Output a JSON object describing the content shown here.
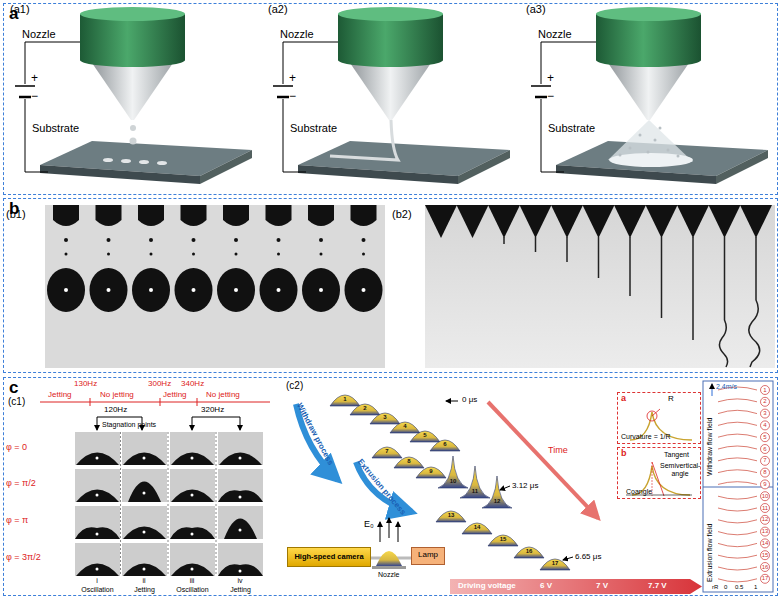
{
  "diagram": {
    "nodes": [
      {
        "text": [
          "a"
        ]
      },
      {
        "text": [
          "b"
        ]
      },
      {
        "text": [
          "c"
        ]
      },
      {
        "text": [
          "a",
          "Curvature = 1/R",
          "R"
        ],
        "in": 2
      },
      {
        "text": [
          "b",
          "Tangent",
          "Semivertical-angle",
          "Coangle"
        ],
        "in": 2
      },
      {
        "text": [
          "High-speed camera"
        ],
        "in": 2
      },
      {
        "text": [
          "Lamp"
        ],
        "in": 2
      }
    ],
    "labels": [
      "(a1)",
      "Nozzle",
      "Substrate",
      "+",
      "−",
      "(a2)",
      "Nozzle",
      "Substrate",
      "+",
      "−",
      "(a3)",
      "Nozzle",
      "Substrate",
      "+",
      "−",
      "(b1)",
      "(b2)",
      "(c1)",
      "130Hz",
      "300Hz",
      "340Hz",
      "Jetting",
      "No jetting",
      "Jetting",
      "No jetting",
      "120Hz",
      "320Hz",
      "Stagnation points",
      "φ = 0",
      "φ = π/2",
      "φ = π",
      "φ = 3π/2",
      "i",
      "ii",
      "iii",
      "iv",
      "Oscillation",
      "Jetting",
      "Oscillation",
      "Jetting",
      "(c2)",
      "0 μs",
      "Time",
      "3.12 μs",
      "6.65 μs",
      "Withdraw process",
      "Extrusion process",
      "Driving voltage",
      "6 V",
      "7 V",
      "7.7 V",
      "E₀",
      "Nozzle",
      "2.4m/s",
      "Withdraw flow field",
      "Extrusion flow field",
      "rR",
      "0",
      "0.5",
      "1",
      "1",
      "2",
      "3",
      "4",
      "5",
      "6",
      "7",
      "8",
      "9",
      "10",
      "11",
      "12",
      "13",
      "14",
      "15",
      "16",
      "17",
      "1",
      "2",
      "3",
      "4",
      "5",
      "6",
      "7",
      "8",
      "9",
      "10",
      "11",
      "12",
      "13",
      "14",
      "15",
      "16",
      "17"
    ]
  }
}
